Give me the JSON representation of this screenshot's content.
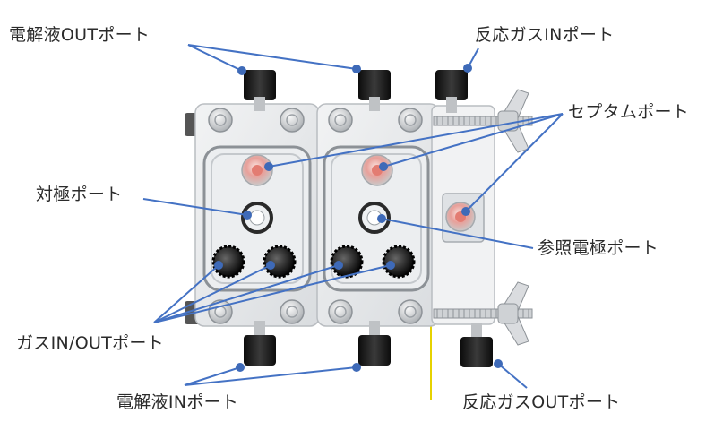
{
  "labels": {
    "electrolyte_out": "電解液OUTポート",
    "reactant_gas_in": "反応ガスINポート",
    "septum": "セプタムポート",
    "counter_electrode": "対極ポート",
    "reference_electrode": "参照電極ポート",
    "gas_in_out": "ガスIN/OUTポート",
    "electrolyte_in": "電解液INポート",
    "reactant_gas_out": "反応ガスOUTポート"
  },
  "colors": {
    "leader": "#4472c4",
    "dot": "#3e6ab8",
    "knob": "#1a1a1a",
    "body": "#e6e8ea",
    "septum": "#e8a09a",
    "wire": "#e6d200",
    "text": "#2b2b2b"
  }
}
